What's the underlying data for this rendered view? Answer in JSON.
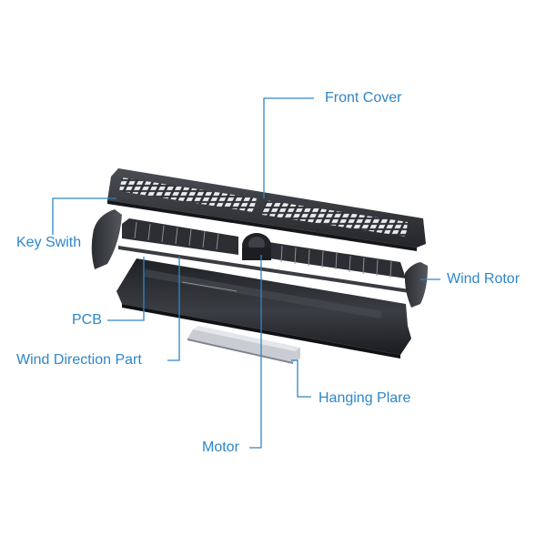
{
  "labels": {
    "front_cover": "Front Cover",
    "key_switch": "Key Swith",
    "wind_rotor": "Wind Rotor",
    "pcb": "PCB",
    "wind_direction_part": "Wind Direction Part",
    "hanging_plate": "Hanging Plare",
    "motor": "Motor"
  },
  "colors": {
    "leader": "#2f86c8",
    "label_text": "#2f86c8",
    "part_dark": "#2b2d31",
    "part_mid": "#3c3f45",
    "part_light": "#9aa0a8"
  }
}
